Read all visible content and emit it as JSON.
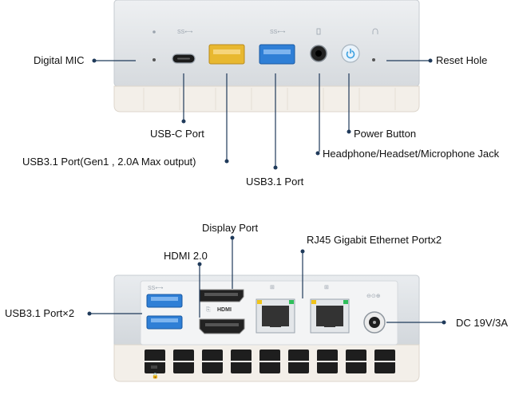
{
  "front_labels": {
    "digital_mic": "Digital MIC",
    "reset_hole": "Reset Hole",
    "usb_c_port": "USB-C Port",
    "power_button": "Power Button",
    "usb31_gen1": "USB3.1 Port(Gen1 , 2.0A Max output)",
    "headphone_jack": "Headphone/Headset/Microphone Jack",
    "usb31_port": "USB3.1 Port"
  },
  "back_labels": {
    "display_port": "Display Port",
    "hdmi": "HDMI 2.0",
    "rj45": "RJ45 Gigabit Ethernet Portx2",
    "usb31_x2": "USB3.1 Port×2",
    "dc_power": "DC 19V/3A"
  },
  "device_markings": {
    "ss_front_left": "SS⟷",
    "ss_front_right": "SS⟷",
    "ss_back": "SS⟷",
    "hdmi_logo": "HDMI"
  },
  "colors": {
    "usb_yellow": "#e8b830",
    "usb_blue": "#2f7fd6",
    "callout": "#1f3a5a",
    "chassis_silver": "#dfe2e6",
    "chassis_base": "#f2eee8",
    "power_led": "#3aa0e0"
  }
}
